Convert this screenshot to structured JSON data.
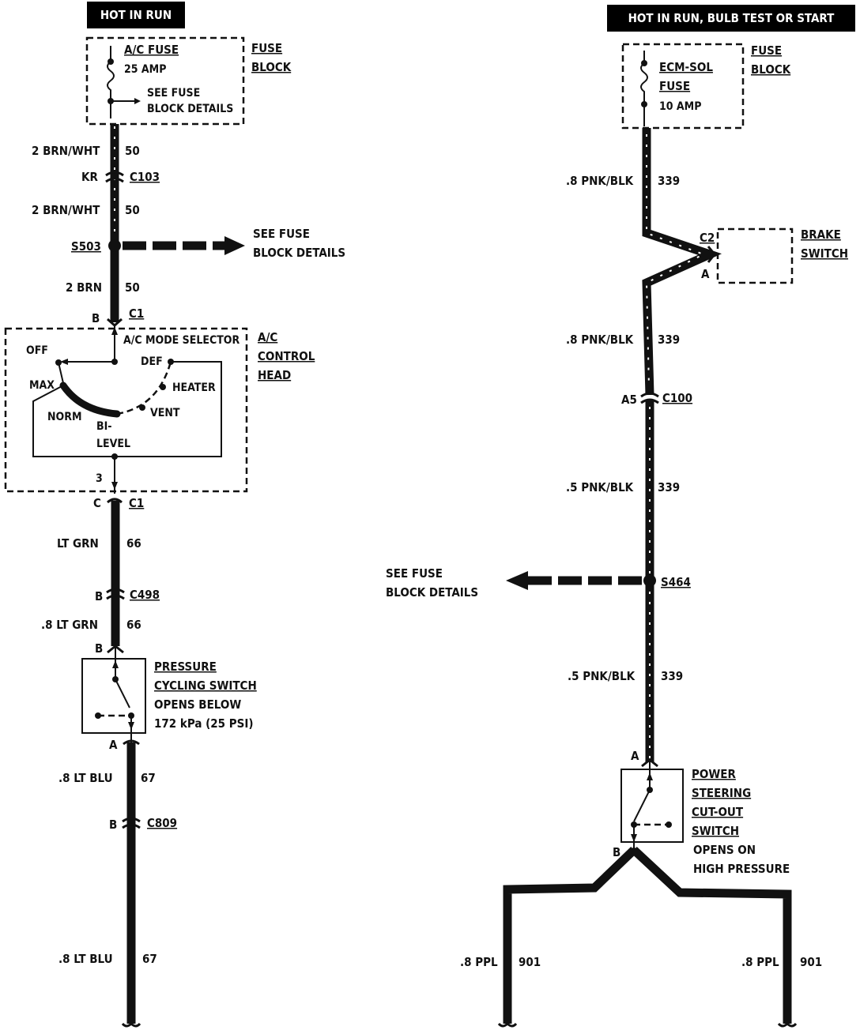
{
  "left": {
    "header": "HOT IN RUN",
    "fuse_block": {
      "fuse_name": "A/C FUSE",
      "rating": "25 AMP",
      "see_details_line1": "SEE FUSE",
      "see_details_line2": "BLOCK DETAILS",
      "block_label_line1": "FUSE",
      "block_label_line2": "BLOCK"
    },
    "wires": [
      {
        "label": "2 BRN/WHT",
        "circuit": "50"
      },
      {
        "label": "2 BRN/WHT",
        "circuit": "50"
      },
      {
        "label": "2 BRN",
        "circuit": "50"
      },
      {
        "label": "LT GRN",
        "circuit": "66"
      },
      {
        "label": ".8 LT GRN",
        "circuit": "66"
      },
      {
        "label": ".8 LT BLU",
        "circuit": "67"
      },
      {
        "label": ".8 LT BLU",
        "circuit": "67"
      }
    ],
    "connectors": [
      {
        "pin": "KR",
        "id": "C103"
      },
      {
        "pin": "B",
        "id": "C1"
      },
      {
        "pin": "C",
        "id": "C1"
      },
      {
        "pin": "B",
        "id": "C498"
      },
      {
        "pin": "B",
        "id": "C809"
      }
    ],
    "splice": {
      "id": "S503",
      "note_line1": "SEE FUSE",
      "note_line2": "BLOCK DETAILS"
    },
    "control_head": {
      "selector": "A/C MODE SELECTOR",
      "label_line1": "A/C",
      "label_line2": "CONTROL",
      "label_line3": "HEAD",
      "pin_bottom": "3",
      "positions": {
        "off": "OFF",
        "max": "MAX",
        "norm": "NORM",
        "bilevel_1": "BI-",
        "bilevel_2": "LEVEL",
        "vent": "VENT",
        "heater": "HEATER",
        "def": "DEF"
      }
    },
    "switch": {
      "pin_top": "B",
      "pin_bottom": "A",
      "name_line1": "PRESSURE",
      "name_line2": "CYCLING SWITCH",
      "desc_line1": "OPENS BELOW",
      "desc_line2": "172 kPa (25 PSI)"
    }
  },
  "right": {
    "header": "HOT IN RUN, BULB TEST OR START",
    "fuse_block": {
      "fuse_name_line1": "ECM-SOL",
      "fuse_name_line2": "FUSE",
      "rating": "10 AMP",
      "block_label_line1": "FUSE",
      "block_label_line2": "BLOCK"
    },
    "wires": [
      {
        "label": ".8 PNK/BLK",
        "circuit": "339"
      },
      {
        "label": ".8 PNK/BLK",
        "circuit": "339"
      },
      {
        "label": ".5 PNK/BLK",
        "circuit": "339"
      },
      {
        "label": ".5 PNK/BLK",
        "circuit": "339"
      },
      {
        "label": ".8 PPL",
        "circuit": "901"
      },
      {
        "label": ".8 PPL",
        "circuit": "901"
      }
    ],
    "brake_switch": {
      "connector": "C2",
      "pin": "A",
      "label_line1": "BRAKE",
      "label_line2": "SWITCH"
    },
    "connectors": [
      {
        "pin": "A5",
        "id": "C100"
      }
    ],
    "splice": {
      "id": "S464",
      "note_line1": "SEE FUSE",
      "note_line2": "BLOCK DETAILS"
    },
    "switch": {
      "pin_top": "A",
      "pin_bottom": "B",
      "name_line1": "POWER",
      "name_line2": "STEERING",
      "name_line3": "CUT-OUT",
      "name_line4": "SWITCH",
      "desc_line1": "OPENS ON",
      "desc_line2": "HIGH PRESSURE"
    }
  }
}
